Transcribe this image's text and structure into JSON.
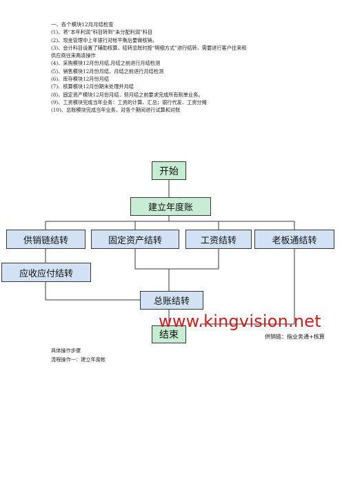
{
  "intro": {
    "heading": "一、各个模块12月月结检查",
    "items": [
      "(1)、将“本年利润”科目转到“未分配利润”科目",
      "(2)、现金管理中上年银行对帐平衡后要做核销。",
      "(3)、会计科目设置了辅助核算，结转总账时按“明细方式”进行结转，需要进行客户往来和",
      "供应商往来两清操作",
      "(4)、采购模块12月份月结,月结之前进行月结检测",
      "(5)、销售模块12月份月结，月结之前进行月结检测",
      "(6)、库存模块12月份月结",
      "(7)、核算模块12月份期末处理并月结",
      "(8)、固定资产模块12月份月结，但月结之前要求完成所有制单业务。",
      "(9)、工资模块完成当年业务：工资的计算、汇总；银行代发、工资分摊",
      "(10)、总账模块完成当年业务，对各个期间进行试算和对账"
    ]
  },
  "flow": {
    "start": "开始",
    "annual": "建立年度账",
    "supply": "供销链结转",
    "assets": "固定资产结转",
    "salary": "工资结转",
    "boss": "老板通结转",
    "payables": "应收应付结转",
    "ledger": "总账结转",
    "end": "结束"
  },
  "watermark": "www.kingvision.net",
  "caption": "供销链：指业务通+核算",
  "footer": {
    "line1": "具体操作步骤",
    "line2": "流程操作一：建立年度帐"
  }
}
